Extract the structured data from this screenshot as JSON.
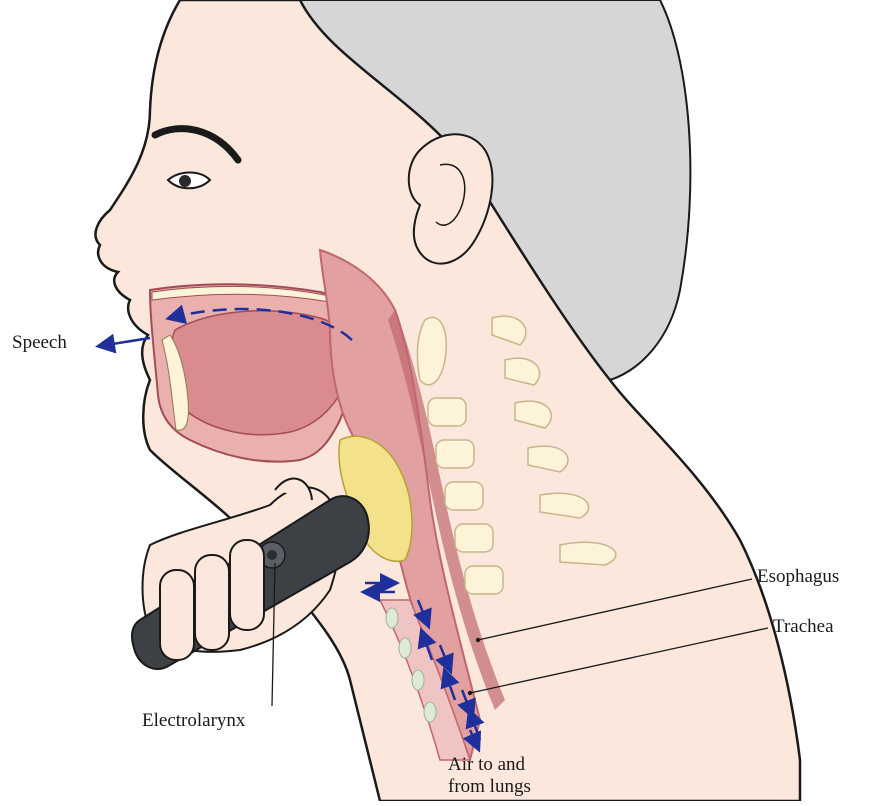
{
  "labels": {
    "speech": "Speech",
    "esophagus": "Esophagus",
    "trachea": "Trachea",
    "electrolarynx": "Electrolarynx",
    "air_line1": "Air to and",
    "air_line2": "from lungs"
  },
  "colors": {
    "skin": "#fbe7dc",
    "hair": "#d6d6d6",
    "outline": "#1a1a1a",
    "tissue": "#e3a0a0",
    "tissue_dark": "#c0666e",
    "bone": "#fdf3d8",
    "gland": "#f3e28a",
    "device": "#3d4045",
    "arrow": "#1f2f9c"
  }
}
